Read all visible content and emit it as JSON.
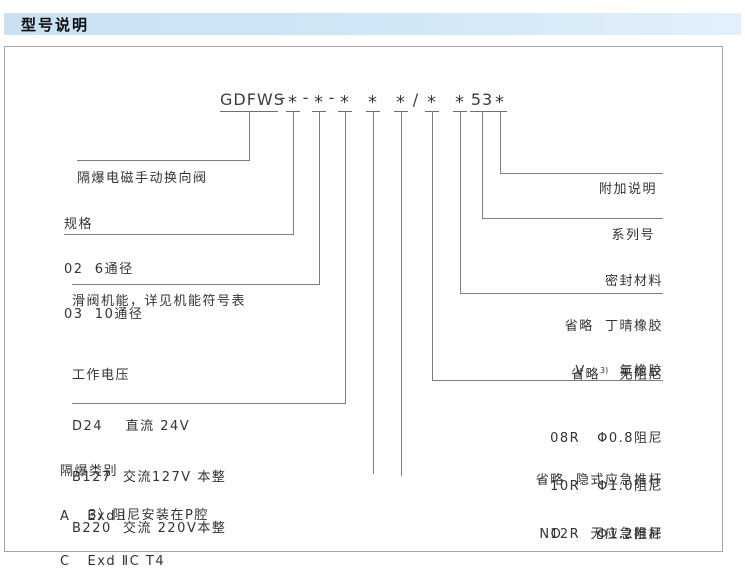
{
  "header": {
    "title": "型号说明"
  },
  "model_code": {
    "parts": [
      "GDFWS",
      "-",
      "*",
      "-",
      "*",
      "-",
      "*",
      "*",
      "*",
      "/",
      "*",
      "*",
      "53",
      "*"
    ]
  },
  "left_labels": {
    "valve_name": "隔爆电磁手动换向阀",
    "spec": [
      "规格",
      "02  6通径",
      "03  10通径"
    ],
    "spool": "滑阀机能，详见机能符号表",
    "voltage": [
      "工作电压",
      "D24    直流 24V",
      "B127  交流127V 本整",
      "B220  交流 220V本整"
    ],
    "exproof": [
      "隔爆类别",
      "A   Exd Ⅰ",
      "C   Exd ⅡC T4"
    ]
  },
  "right_labels": {
    "additional": "附加说明",
    "series": "系列号",
    "seal": [
      "密封材料",
      "省略  丁晴橡胶",
      "V      氟橡胶"
    ],
    "damping_first": {
      "code": "省略",
      "sup": "3)",
      "desc": "  无阻尼"
    },
    "damping": [
      "08R   Φ0.8阻尼",
      "10R   Φ1.0阻尼",
      "12R   Φ1.2阻尼"
    ],
    "pushrod": [
      "省略  隐式应急推杆",
      "NO     无应急推杆"
    ]
  },
  "footnote": "3）阻尼安装在P腔",
  "colors": {
    "header_bg": "#cde4f4",
    "line": "#7d7d7d",
    "text": "#333333"
  }
}
